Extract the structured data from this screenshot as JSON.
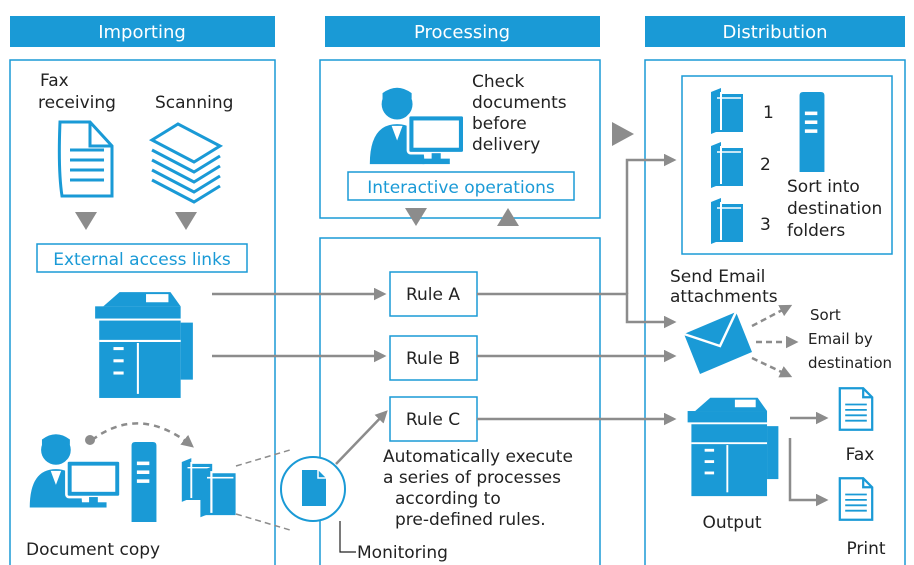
{
  "colors": {
    "accent": "#1a9ad6",
    "arrow": "#8c8c8c",
    "text": "#222222",
    "header_text": "#ffffff"
  },
  "columns": {
    "importing": "Importing",
    "processing": "Processing",
    "distribution": "Distribution"
  },
  "importing": {
    "fax_receiving": [
      "Fax",
      "receiving"
    ],
    "scanning": "Scanning",
    "external_access_links": "External access links",
    "document_copy": "Document copy"
  },
  "processing": {
    "check_documents": [
      "Check",
      "documents",
      "before",
      "delivery"
    ],
    "interactive_operations": "Interactive operations",
    "rules": [
      "Rule A",
      "Rule B",
      "Rule C"
    ],
    "auto_execute": [
      "Automatically execute",
      "a series of processes",
      "according to",
      "pre-defined rules."
    ],
    "monitoring": "Monitoring"
  },
  "distribution": {
    "folder_numbers": [
      "1",
      "2",
      "3"
    ],
    "sort_folders": [
      "Sort into",
      "destination",
      "folders"
    ],
    "send_email": [
      "Send Email",
      "attachments"
    ],
    "sort_email": [
      "Sort",
      "Email by",
      "destination"
    ],
    "output": "Output",
    "fax": "Fax",
    "print": "Print"
  },
  "icons": [
    "fax-document-icon",
    "scanned-pages-icon",
    "multifunction-printer-icon",
    "operator-computer-icon",
    "server-icon",
    "folder-icon",
    "monitoring-document-icon",
    "email-envelope-icon",
    "output-document-icon"
  ]
}
